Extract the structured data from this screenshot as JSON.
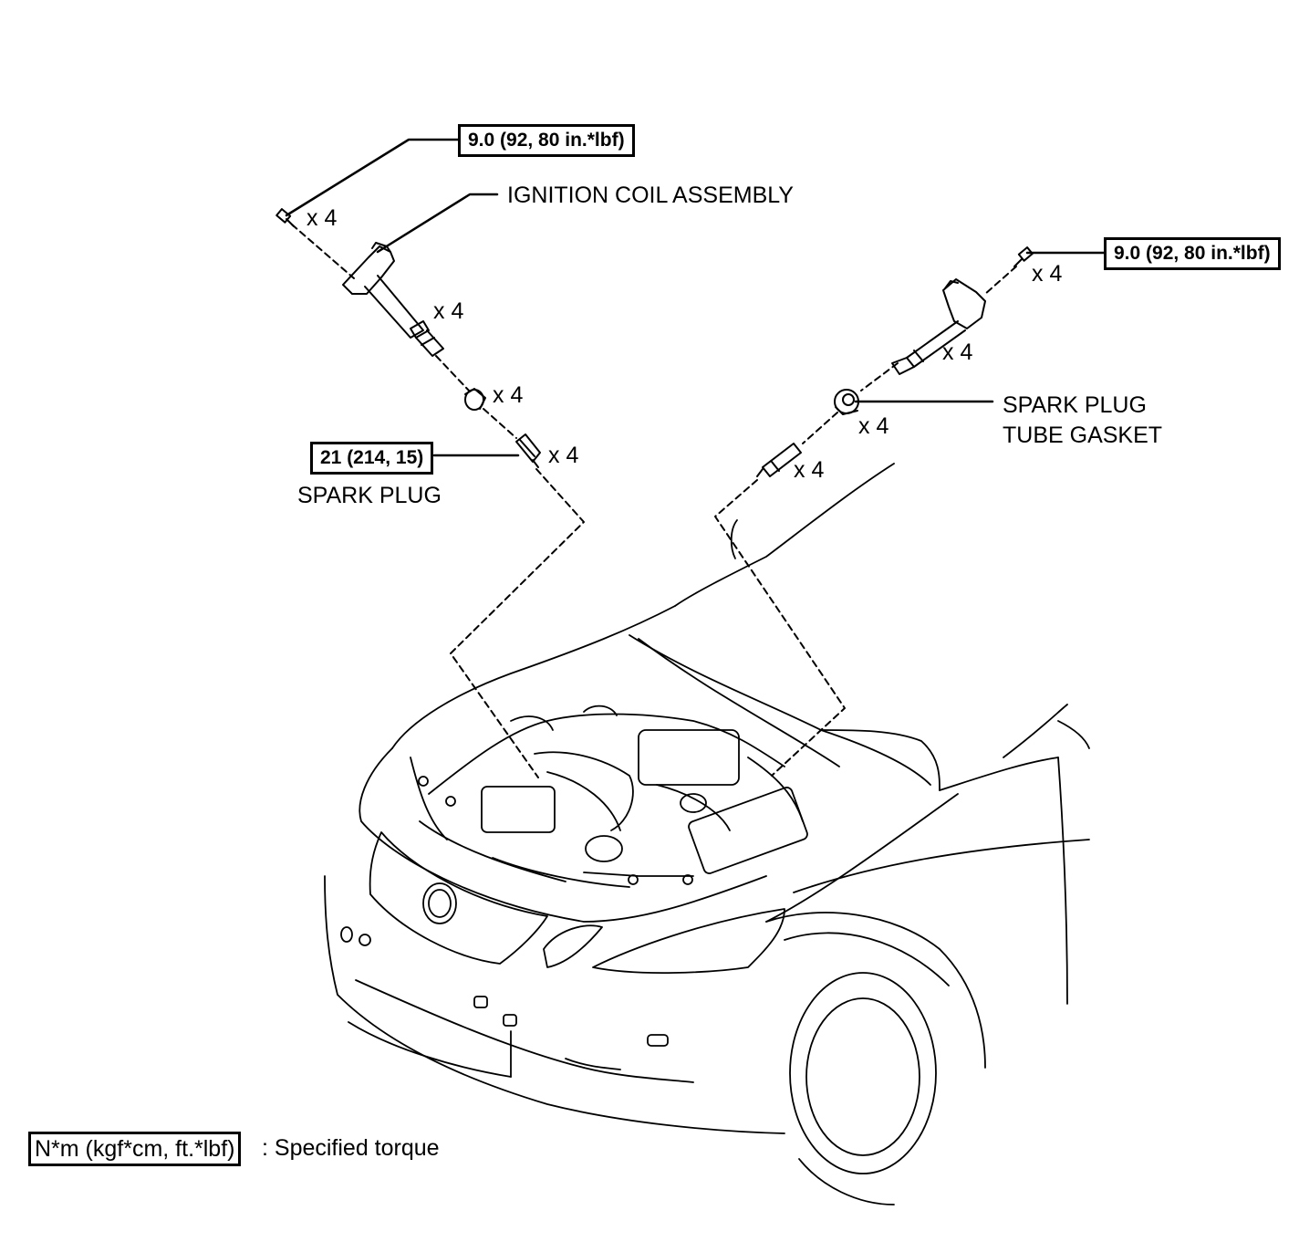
{
  "torque_specs": {
    "coil_bolt_left": "9.0 (92, 80 in.*lbf)",
    "coil_bolt_right": "9.0 (92, 80 in.*lbf)",
    "spark_plug": "21 (214, 15)"
  },
  "labels": {
    "ignition_coil_assembly": "IGNITION COIL ASSEMBLY",
    "spark_plug": "SPARK PLUG",
    "spark_plug_tube_gasket_line1": "SPARK PLUG",
    "spark_plug_tube_gasket_line2": "TUBE GASKET"
  },
  "quantities": {
    "left_bolt": "x 4",
    "left_coil": "x 4",
    "left_gasket": "x 4",
    "left_plug": "x 4",
    "right_bolt": "x 4",
    "right_coil": "x 4",
    "right_gasket": "x 4",
    "right_plug": "x 4"
  },
  "legend": {
    "unit": "N*m (kgf*cm, ft.*lbf)",
    "text": ": Specified torque"
  }
}
